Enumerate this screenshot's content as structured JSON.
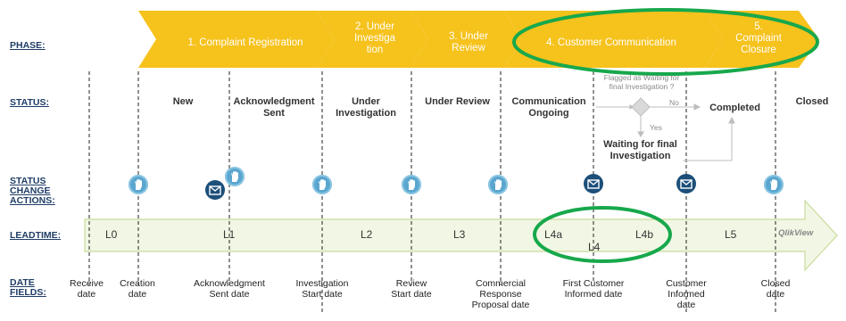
{
  "row_labels": {
    "phase": "PHASE:",
    "status": "STATUS:",
    "status_change_1": "STATUS",
    "status_change_2": "CHANGE",
    "status_change_3": "ACTIONS:",
    "leadtime": "LEADTIME:",
    "date_fields_1": "DATE",
    "date_fields_2": "FIELDS:"
  },
  "phases": [
    {
      "line1": "1. Complaint Registration",
      "line2": "",
      "line3": ""
    },
    {
      "line1": "2. Under",
      "line2": "Investiga",
      "line3": "tion"
    },
    {
      "line1": "3. Under",
      "line2": "Review",
      "line3": ""
    },
    {
      "line1": "4. Customer Communication",
      "line2": "",
      "line3": ""
    },
    {
      "line1": "5.",
      "line2": "Complaint",
      "line3": "Closure"
    }
  ],
  "statuses": {
    "new": "New",
    "ack_1": "Acknowledgment",
    "ack_2": "Sent",
    "inv_1": "Under",
    "inv_2": "Investigation",
    "review": "Under Review",
    "comm_1": "Communication",
    "comm_2": "Ongoing",
    "flag_1": "Flagged as Waiting for",
    "flag_2": "final Investigation ?",
    "no": "No",
    "yes": "Yes",
    "completed": "Completed",
    "wait_1": "Waiting for final",
    "wait_2": "Investigation",
    "closed": "Closed"
  },
  "actions": [
    "hand",
    "hand",
    "mail",
    "hand",
    "hand",
    "hand",
    "mail",
    "mail",
    "hand"
  ],
  "leadtimes": {
    "l0": "L0",
    "l1": "L1",
    "l2": "L2",
    "l3": "L3",
    "l4a": "L4a",
    "l4": "L4",
    "l4b": "L4b",
    "l5": "L5",
    "watermark": "QlikView"
  },
  "dates": [
    {
      "l1": "Receive",
      "l2": "date",
      "l3": ""
    },
    {
      "l1": "Creation",
      "l2": "date",
      "l3": ""
    },
    {
      "l1": "Acknowledgment",
      "l2": "Sent  date",
      "l3": ""
    },
    {
      "l1": "Investigation",
      "l2": "Start date",
      "l3": ""
    },
    {
      "l1": "Review",
      "l2": "Start date",
      "l3": ""
    },
    {
      "l1": "Commercial",
      "l2": "Response",
      "l3": "Proposal date"
    },
    {
      "l1": "First Customer",
      "l2": "Informed date",
      "l3": ""
    },
    {
      "l1": "Customer",
      "l2": "Informed",
      "l3": "date"
    },
    {
      "l1": "Closed",
      "l2": "date",
      "l3": ""
    }
  ],
  "colors": {
    "phase_fill": "#f6c21c",
    "lead_arrow_fill": "#f1f7e4",
    "lead_arrow_stroke": "#c8dc9a",
    "highlight_ring": "#17a84c",
    "hand_icon": "#5aa6cf",
    "mail_icon": "#1d4f7a",
    "divider": "#222222"
  }
}
